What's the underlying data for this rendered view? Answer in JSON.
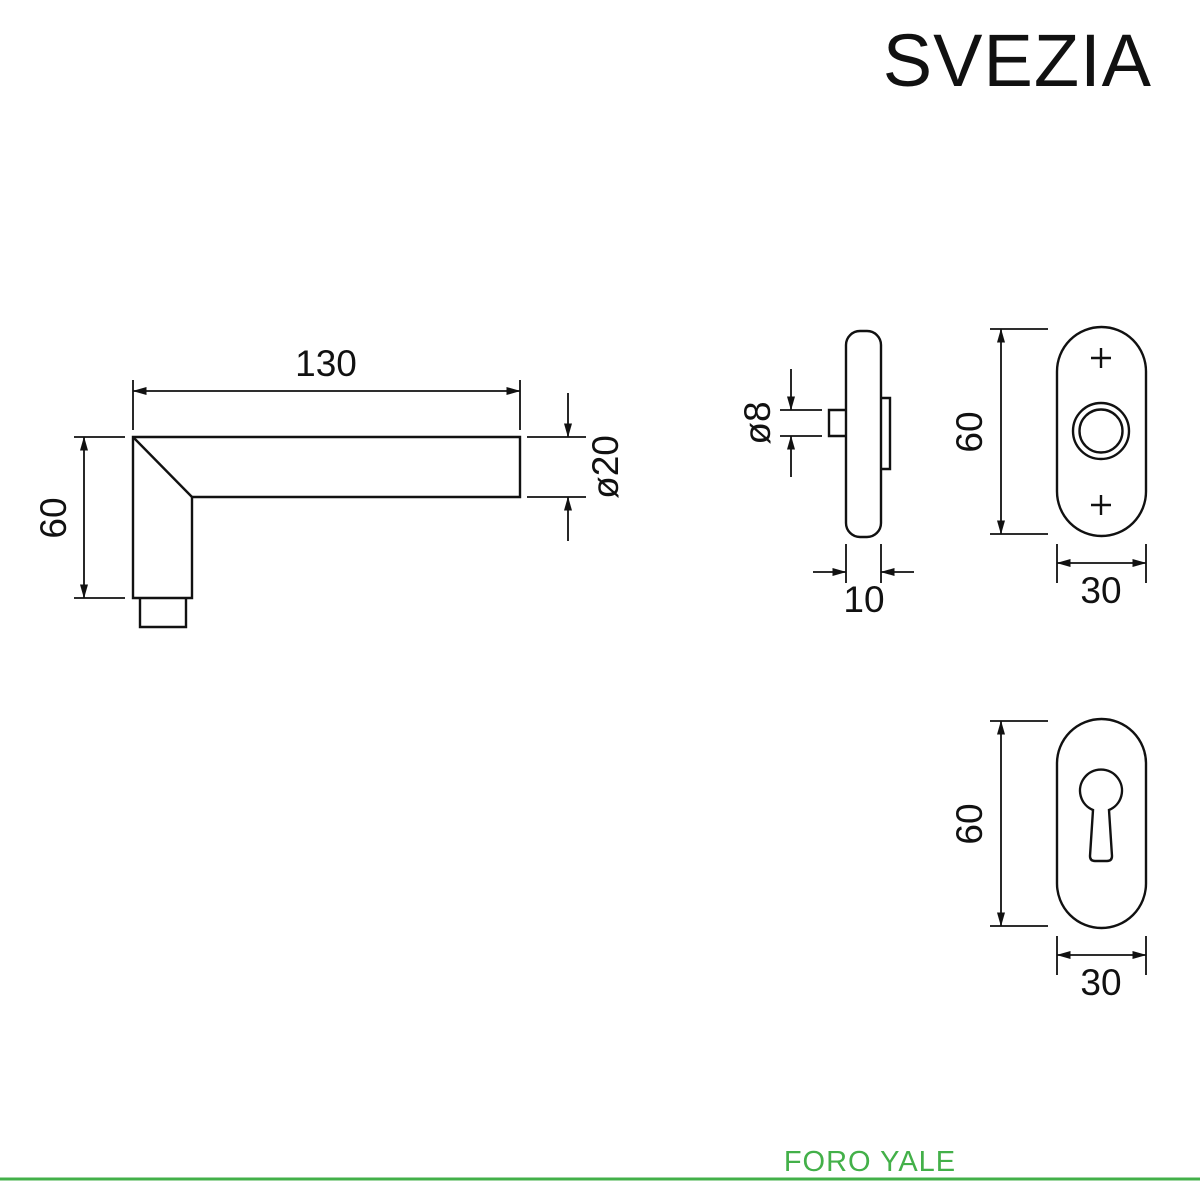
{
  "title": "SVEZIA",
  "footer": {
    "label": "FORO YALE"
  },
  "colors": {
    "line": "#111111",
    "accent": "#43b049",
    "background": "#ffffff"
  },
  "views": {
    "handle_side": {
      "dims": {
        "length": "130",
        "height": "60",
        "diameter": "ø20"
      }
    },
    "rosette_profile": {
      "dims": {
        "spindle_diameter": "ø8",
        "thickness": "10"
      }
    },
    "rosette_front": {
      "dims": {
        "height": "60",
        "width": "30"
      }
    },
    "escutcheon_front": {
      "dims": {
        "height": "60",
        "width": "30"
      }
    }
  }
}
